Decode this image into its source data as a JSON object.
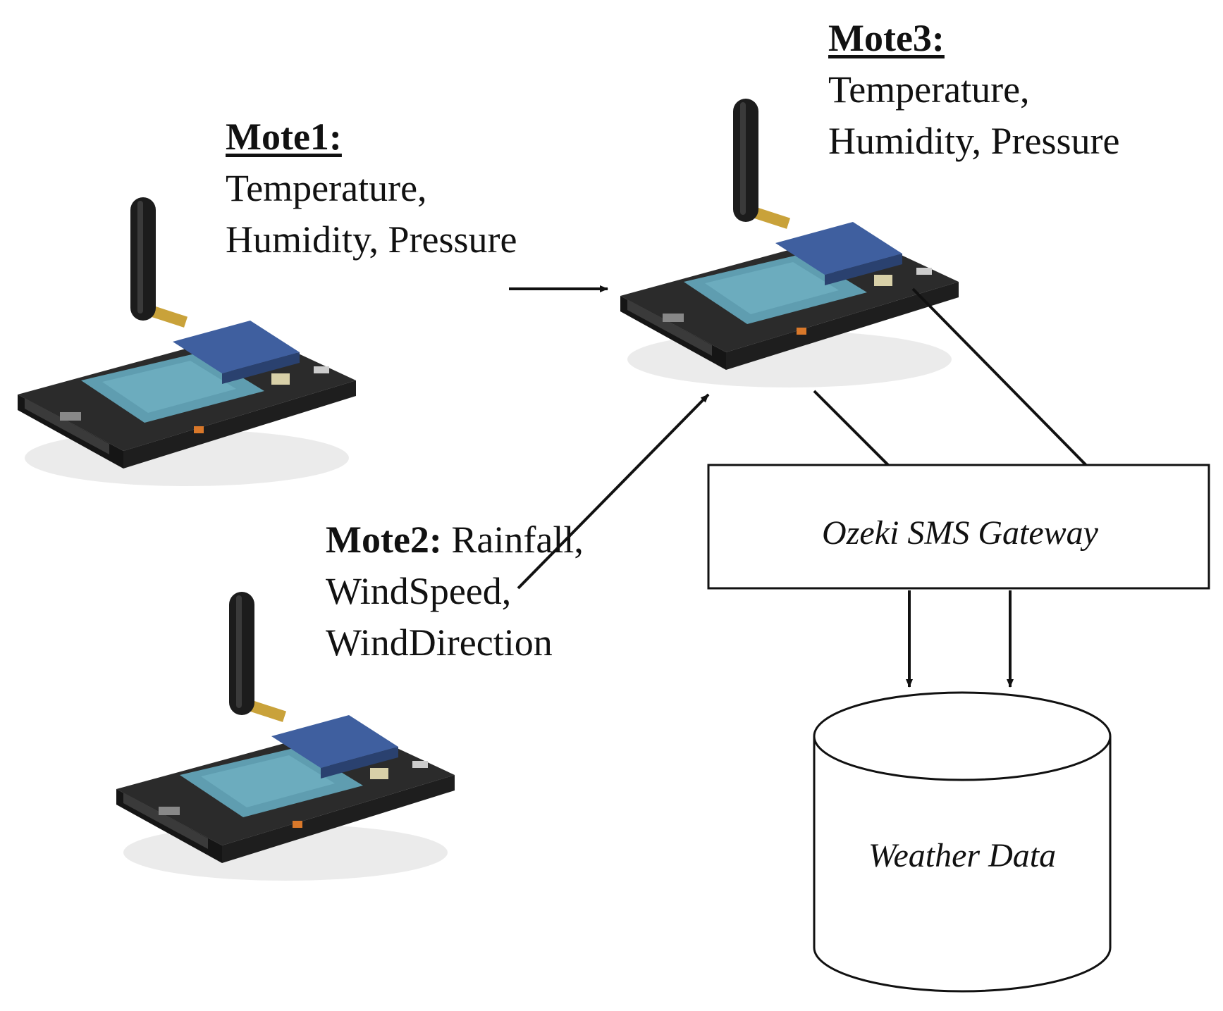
{
  "mote1": {
    "title": "Mote1:",
    "line1": "Temperature,",
    "line2": "Humidity, Pressure"
  },
  "mote2": {
    "title": "Mote2:",
    "line1": " Rainfall,",
    "line2": "WindSpeed,",
    "line3": "WindDirection"
  },
  "mote3": {
    "title": "Mote3:",
    "line1": "Temperature,",
    "line2": "Humidity, Pressure"
  },
  "gateway": {
    "label": "Ozeki SMS Gateway"
  },
  "database": {
    "label": "Weather Data"
  },
  "colors": {
    "board": "#2a2a2a",
    "chip": "#5f9db0",
    "radio": "#3f5f9f",
    "antenna": "#1c1c1c",
    "connector": "#c9a23a"
  }
}
